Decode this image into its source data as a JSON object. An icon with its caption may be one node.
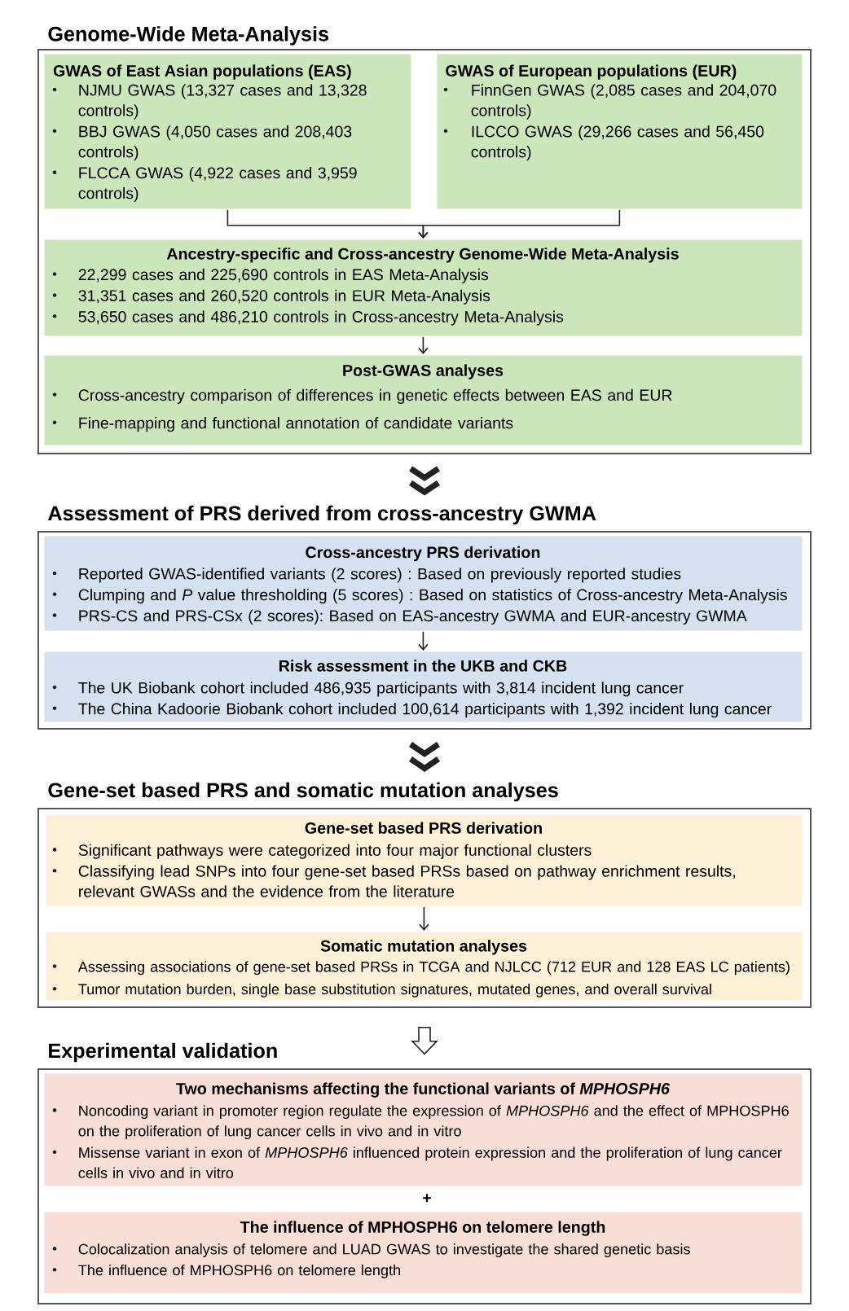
{
  "diagram": {
    "nodes": [
      {
        "text": [
          "Genome-Wide Meta-Analysis"
        ]
      },
      {
        "text": [
          "GWAS of East Asian populations (EAS)",
          "NJMU GWAS (13,327 cases and 13,328 controls)",
          "BBJ GWAS (4,050 cases and 208,403 controls)",
          "FLCCA GWAS (4,922 cases and 3,959 controls)"
        ],
        "in": 0
      },
      {
        "text": [
          "GWAS of European populations (EUR)",
          "FinnGen GWAS (2,085 cases and 204,070 controls)",
          "ILCCO GWAS (29,266 cases and 56,450 controls)"
        ],
        "in": 0
      },
      {
        "text": [
          "Ancestry-specific and Cross-ancestry Genome-Wide Meta-Analysis",
          "22,299 cases and 225,690 controls in EAS Meta-Analysis",
          "31,351 cases and 260,520 controls in EUR Meta-Analysis",
          "53,650 cases and 486,210 controls in Cross-ancestry Meta-Analysis"
        ],
        "in": 0
      },
      {
        "text": [
          "Post-GWAS analyses",
          "Cross-ancestry comparison of differences in genetic effects between EAS and EUR",
          "Fine-mapping and functional annotation of candidate variants"
        ],
        "in": 0
      },
      {
        "text": [
          "Assessment of PRS derived from cross-ancestry GWMA"
        ]
      },
      {
        "text": [
          "Cross-ancestry PRS derivation",
          "Reported GWAS-identified variants (2 scores) : Based on previously reported studies",
          "Clumping and *P* value thresholding (5 scores) : Based on statistics of Cross-ancestry Meta-Analysis",
          "PRS-CS and PRS-CSx (2 scores): Based on EAS-ancestry GWMA and EUR-ancestry GWMA"
        ],
        "in": 5
      },
      {
        "text": [
          "Risk assessment in the UKB and CKB",
          "The UK Biobank cohort included 486,935 participants with 3,814 incident lung cancer",
          "The China Kadoorie Biobank cohort included 100,614 participants with 1,392 incident lung cancer"
        ],
        "in": 5
      },
      {
        "text": [
          "Gene-set based PRS and somatic mutation analyses"
        ]
      },
      {
        "text": [
          "Gene-set based PRS derivation",
          "Significant pathways were categorized into four major functional clusters",
          "Classifying lead SNPs into four gene-set based PRSs based on pathway enrichment results, relevant GWASs and the evidence from the literature"
        ],
        "in": 8
      },
      {
        "text": [
          "Somatic mutation analyses",
          "Assessing associations of gene-set based PRSs in TCGA and NJLCC (712 EUR and 128 EAS LC patients)",
          "Tumor mutation burden, single base substitution signatures, mutated genes, and overall survival"
        ],
        "in": 8
      },
      {
        "text": [
          "Experimental validation"
        ]
      },
      {
        "text": [
          "Two mechanisms affecting the functional variants of *MPHOSPH6*",
          "Noncoding variant in promoter region regulate the expression of *MPHOSPH6* and the effect of MPHOSPH6 on the proliferation of lung cancer cells in vivo and in vitro",
          "Missense variant in exon of *MPHOSPH6* influenced protein expression and the proliferation of lung cancer cells in vivo and in vitro"
        ],
        "in": 11
      },
      {
        "text": [
          "The influence of MPHOSPH6 on telomere length",
          "Colocalization analysis of telomere and LUAD GWAS to investigate the shared genetic basis",
          "The influence of MPHOSPH6 on telomere length"
        ],
        "in": 11
      }
    ],
    "edges": [
      {
        "from": 1,
        "to": 3,
        "arrow": "to"
      },
      {
        "from": 2,
        "to": 3,
        "arrow": "to"
      },
      {
        "from": 3,
        "to": 4,
        "arrow": "to"
      },
      {
        "from": 0,
        "to": 5,
        "arrow": "to",
        "style": "thick"
      },
      {
        "from": 6,
        "to": 7,
        "arrow": "to"
      },
      {
        "from": 5,
        "to": 8,
        "arrow": "to",
        "style": "thick"
      },
      {
        "from": 9,
        "to": 10,
        "arrow": "to"
      },
      {
        "from": 8,
        "to": 11,
        "arrow": "to"
      }
    ],
    "labels": [
      "+"
    ]
  }
}
